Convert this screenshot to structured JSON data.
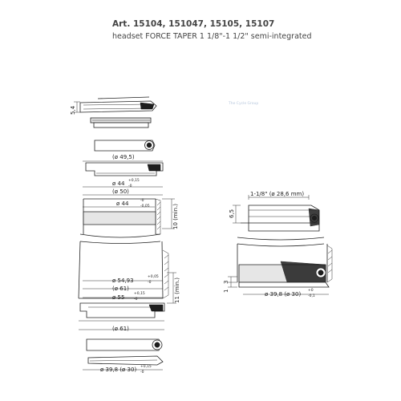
{
  "header": {
    "article": "Art. 15104, 151047, 15105, 15107",
    "description": "headset FORCE TAPER 1 1/8\"-1 1/2\" semi-integrated"
  },
  "watermark": "The Cycle Group",
  "dimensions": {
    "top_cap_height": "5,4",
    "cup_dia_495": "(ø 49,5)",
    "cup_dia_44": "ø 44",
    "cup_dia_44_tol_upper": "+0,15",
    "cup_dia_44_tol_lower": "-0",
    "cup_dia_50": "(ø 50)",
    "tube_dia_44": "ø 44",
    "tube_dia_44_tol_upper": "-0",
    "tube_dia_44_tol_lower": "-0,05",
    "min_depth_top": "10 (min.)",
    "cup_dia_5493": "ø 54,93",
    "cup_dia_5493_tol_upper": "+0,05",
    "cup_dia_5493_tol_lower": "-0",
    "cup_dia_61_a": "(ø 61)",
    "min_depth_bottom": "11 (min.)",
    "cup_dia_55": "ø 55",
    "cup_dia_55_tol_upper": "+0,15",
    "cup_dia_55_tol_lower": "-0",
    "cup_dia_61_b": "(ø 61)",
    "crown_race": "ø 39,8 (ø 30)",
    "crown_race_tol_upper": "+0,15",
    "crown_race_tol_lower": "-0"
  },
  "assembly": {
    "steerer": "1-1/8\" (ø 28,6 mm)",
    "stack_top": "6,5",
    "stack_bottom_3": "3",
    "stack_bottom_1": "1",
    "crown_race": "ø 39,8 (ø 30)",
    "crown_race_tol_upper": "+0",
    "crown_race_tol_lower": "-0,1"
  }
}
